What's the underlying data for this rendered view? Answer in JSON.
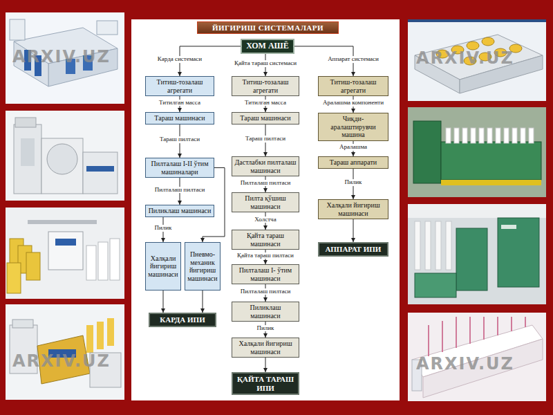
{
  "diagram": {
    "title": "ЙИГИРИШ СИСТЕМАЛАРИ",
    "nodes": [
      {
        "text": [
          "ХОМ АШЁ"
        ]
      },
      {
        "text": [
          "Титиш-тозалаш агрегати"
        ]
      },
      {
        "text": [
          "Тараш машинаси"
        ]
      },
      {
        "text": [
          "Пилталаш I-II ўтим машиналари"
        ]
      },
      {
        "text": [
          "Пиликлаш машинаси"
        ]
      },
      {
        "text": [
          "Халқали йигириш машинаси"
        ]
      },
      {
        "text": [
          "Пневмо-механик йигириш машинаси"
        ]
      },
      {
        "text": [
          "КАРДА ИПИ"
        ]
      },
      {
        "text": [
          "Титиш-тозалаш агрегати"
        ]
      },
      {
        "text": [
          "Тараш машинаси"
        ]
      },
      {
        "text": [
          "Дастлабки пилталаш машинаси"
        ]
      },
      {
        "text": [
          "Пилта қўшиш машинаси"
        ]
      },
      {
        "text": [
          "Қайта тараш машинаси"
        ]
      },
      {
        "text": [
          "Пилталаш I- ўтим машинаси"
        ]
      },
      {
        "text": [
          "Пиликлаш машинаси"
        ]
      },
      {
        "text": [
          "Халқали йигириш машинаси"
        ]
      },
      {
        "text": [
          "ҚАЙТА ТАРАШ ИПИ"
        ]
      },
      {
        "text": [
          "Титиш-тозалаш агрегати"
        ]
      },
      {
        "text": [
          "Чиқди-аралаштирувчи машина"
        ]
      },
      {
        "text": [
          "Тараш аппарати"
        ]
      },
      {
        "text": [
          "Халқали йигириш машинаси"
        ]
      },
      {
        "text": [
          "АППАРАТ ИПИ"
        ]
      }
    ],
    "edges": [
      {
        "from": 0,
        "to": 1,
        "arrow": "to",
        "label": "Карда системаси"
      },
      {
        "from": 0,
        "to": 8,
        "arrow": "to",
        "label": "Қайта тараш системаси"
      },
      {
        "from": 0,
        "to": 17,
        "arrow": "to",
        "label": "Аппарат системаси"
      },
      {
        "from": 1,
        "to": 2,
        "arrow": "to",
        "label": "Титилган масса"
      },
      {
        "from": 2,
        "to": 3,
        "arrow": "to",
        "label": "Тараш пилтаси"
      },
      {
        "from": 3,
        "to": 4,
        "arrow": "to",
        "label": "Пилталаш пилтаси"
      },
      {
        "from": 3,
        "to": 6,
        "arrow": "to"
      },
      {
        "from": 4,
        "to": 5,
        "arrow": "to",
        "label": "Пилик"
      },
      {
        "from": 5,
        "to": 7,
        "arrow": "to"
      },
      {
        "from": 6,
        "to": 7,
        "arrow": "to"
      },
      {
        "from": 8,
        "to": 9,
        "arrow": "to",
        "label": "Титилган масса"
      },
      {
        "from": 9,
        "to": 10,
        "arrow": "to",
        "label": "Тараш пилтаси"
      },
      {
        "from": 10,
        "to": 11,
        "arrow": "to",
        "label": "Пилталаш пилтаси"
      },
      {
        "from": 11,
        "to": 12,
        "arrow": "to",
        "label": "Холстча"
      },
      {
        "from": 12,
        "to": 13,
        "arrow": "to",
        "label": "Қайта тараш пилтаси"
      },
      {
        "from": 13,
        "to": 14,
        "arrow": "to",
        "label": "Пилталаш пилтаси"
      },
      {
        "from": 14,
        "to": 15,
        "arrow": "to",
        "label": "Пилик"
      },
      {
        "from": 15,
        "to": 16,
        "arrow": "to"
      },
      {
        "from": 17,
        "to": 18,
        "arrow": "to",
        "label": "Аралашма компоненти"
      },
      {
        "from": 18,
        "to": 19,
        "arrow": "to",
        "label": "Аралашма"
      },
      {
        "from": 19,
        "to": 20,
        "arrow": "to",
        "label": "Пилик"
      },
      {
        "from": 20,
        "to": 21,
        "arrow": "to"
      }
    ],
    "labels": [
      "ARXIV.UZ",
      "ARXIV.UZ",
      "ARXIV.UZ",
      "ARXIV.UZ"
    ]
  }
}
